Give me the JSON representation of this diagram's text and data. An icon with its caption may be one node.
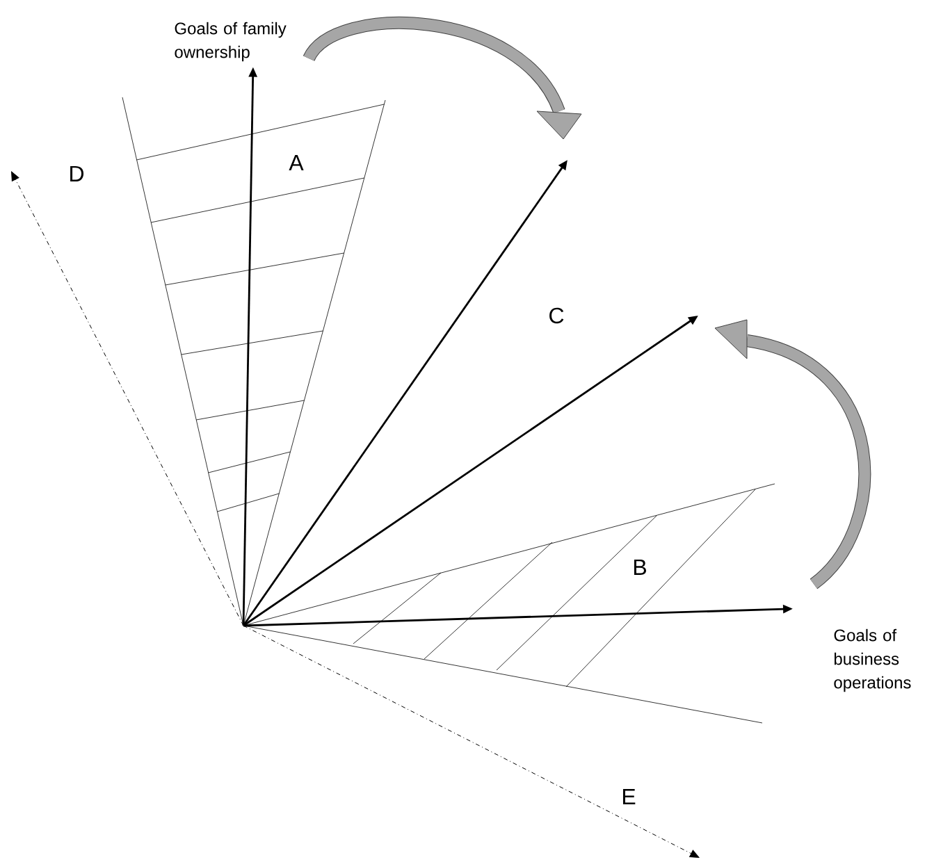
{
  "diagram": {
    "nodes": [
      {
        "text": [
          "Goals of family ownership"
        ]
      },
      {
        "text": [
          "Goals of business operations"
        ]
      }
    ],
    "edges": [
      {
        "from": null,
        "to": 0,
        "arrow": "to"
      },
      {
        "from": null,
        "to": 1,
        "arrow": "to"
      }
    ],
    "labels": [
      "A",
      "D",
      "C",
      "B",
      "E"
    ]
  }
}
